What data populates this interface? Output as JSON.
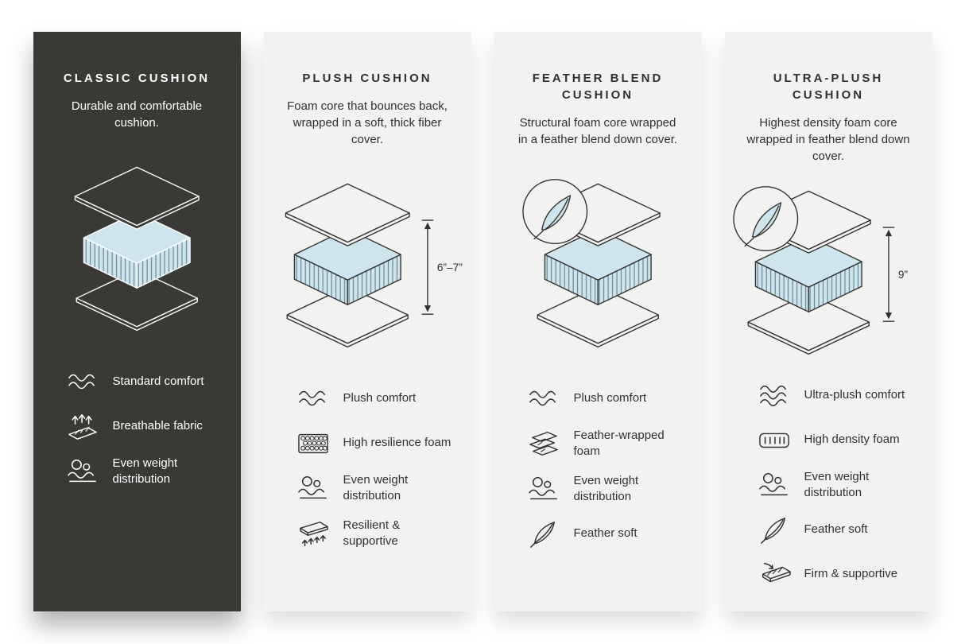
{
  "page": {
    "title": "Cushion comparison",
    "background": "#ffffff"
  },
  "colors": {
    "dark_panel": "#3b3936",
    "light_panel": "#f2f2f0",
    "foam_blue": "#cfe5ed",
    "hatch_blue": "#4b6a74",
    "text_dark": "#32312f",
    "text_on_dark": "#ffffff"
  },
  "cards": [
    {
      "id": "classic-cushion",
      "title": "CLASSIC CUSHION",
      "description": "Durable and comfortable cushion.",
      "measurement": "",
      "features": [
        {
          "icon": "wave-comfort-icon",
          "label": "Standard comfort"
        },
        {
          "icon": "breathable-fabric-icon",
          "label": "Breathable fabric"
        },
        {
          "icon": "even-weight-icon",
          "label": "Even weight distribution"
        }
      ]
    },
    {
      "id": "plush-cushion",
      "title": "PLUSH CUSHION",
      "description": "Foam core that bounces back, wrapped in a soft, thick fiber cover.",
      "measurement": "6”–7”",
      "features": [
        {
          "icon": "wave-comfort-icon",
          "label": "Plush comfort"
        },
        {
          "icon": "high-resilience-foam-icon",
          "label": "High resilience foam"
        },
        {
          "icon": "even-weight-icon",
          "label": "Even weight distribution"
        },
        {
          "icon": "resilient-supportive-icon",
          "label": "Resilient & supportive"
        }
      ]
    },
    {
      "id": "feather-blend-cushion",
      "title": "FEATHER BLEND CUSHION",
      "description": "Structural foam core wrapped in a feather blend down cover.",
      "measurement": "",
      "features": [
        {
          "icon": "wave-comfort-icon",
          "label": "Plush comfort"
        },
        {
          "icon": "feather-wrapped-foam-icon",
          "label": "Feather-wrapped foam"
        },
        {
          "icon": "even-weight-icon",
          "label": "Even weight distribution"
        },
        {
          "icon": "feather-icon",
          "label": "Feather soft"
        }
      ]
    },
    {
      "id": "ultra-plush-cushion",
      "title": "ULTRA-PLUSH CUSHION",
      "description": "Highest density foam core wrapped in feather blend down cover.",
      "measurement": "9”",
      "features": [
        {
          "icon": "wave-comfort-icon",
          "label": "Ultra-plush comfort"
        },
        {
          "icon": "high-density-foam-icon",
          "label": "High density foam"
        },
        {
          "icon": "even-weight-icon",
          "label": "Even weight distribution"
        },
        {
          "icon": "feather-icon",
          "label": "Feather soft"
        },
        {
          "icon": "firm-supportive-icon",
          "label": "Firm & supportive"
        }
      ]
    }
  ]
}
